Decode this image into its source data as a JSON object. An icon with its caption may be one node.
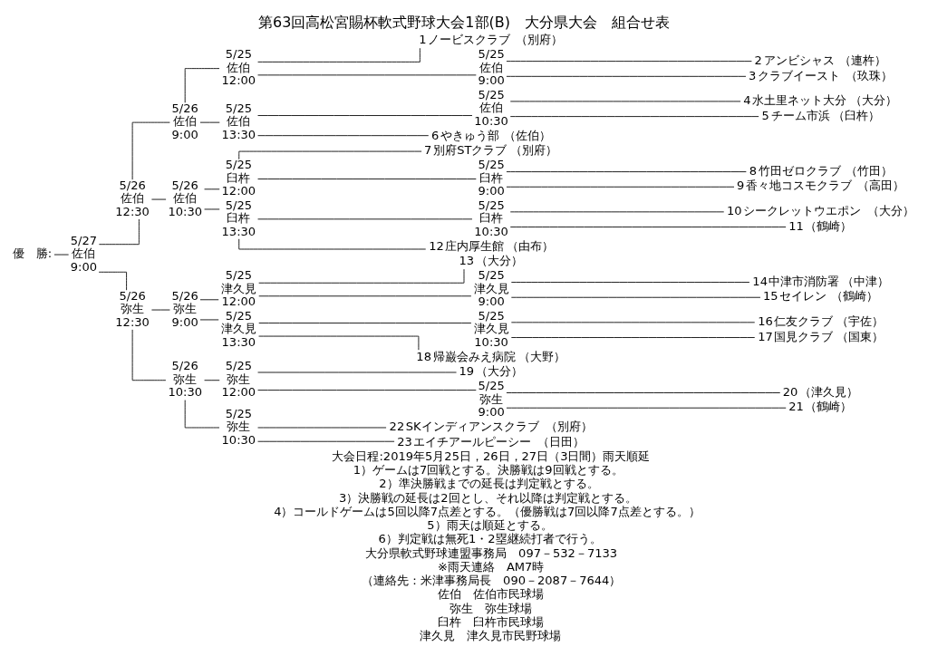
{
  "diagram": {
    "title": "第63回高松宮賜杯軟式野球大会1部(B)　大分県大会　組合せ表",
    "nodes": [
      {
        "text": [
          "優　勝:"
        ]
      },
      {
        "text": [
          "5/27",
          "佐伯",
          "9:00"
        ]
      },
      {
        "text": [
          "5/26",
          "佐伯",
          "12:30"
        ]
      },
      {
        "text": [
          "5/26",
          "弥生",
          "12:30"
        ]
      },
      {
        "text": [
          "5/26",
          "佐伯",
          "9:00"
        ]
      },
      {
        "text": [
          "5/26",
          "佐伯",
          "10:30"
        ]
      },
      {
        "text": [
          "5/26",
          "弥生",
          "9:00"
        ]
      },
      {
        "text": [
          "5/26",
          "弥生",
          "10:30"
        ]
      },
      {
        "text": [
          "5/25",
          "佐伯",
          "12:00"
        ]
      },
      {
        "text": [
          "5/25",
          "佐伯",
          "13:30"
        ]
      },
      {
        "text": [
          "5/25",
          "臼杵",
          "12:00"
        ]
      },
      {
        "text": [
          "5/25",
          "臼杵",
          "13:30"
        ]
      },
      {
        "text": [
          "5/25",
          "津久見",
          "12:00"
        ]
      },
      {
        "text": [
          "5/25",
          "津久見",
          "13:30"
        ]
      },
      {
        "text": [
          "5/25",
          "弥生",
          "12:00"
        ]
      },
      {
        "text": [
          "5/25",
          "弥生",
          "10:30"
        ]
      },
      {
        "text": [
          "5/25",
          "佐伯",
          "9:00"
        ]
      },
      {
        "text": [
          "5/25",
          "佐伯",
          "10:30"
        ]
      },
      {
        "text": [
          "5/25",
          "臼杵",
          "9:00"
        ]
      },
      {
        "text": [
          "5/25",
          "臼杵",
          "10:30"
        ]
      },
      {
        "text": [
          "5/25",
          "津久見",
          "9:00"
        ]
      },
      {
        "text": [
          "5/25",
          "津久見",
          "10:30"
        ]
      },
      {
        "text": [
          "5/25",
          "弥生",
          "9:00"
        ]
      },
      {
        "text": [
          "1",
          "ノービスクラブ",
          "（別府）"
        ]
      },
      {
        "text": [
          "2",
          "アンビシャス",
          "（連杵）"
        ]
      },
      {
        "text": [
          "3",
          "クラブイースト",
          "（玖珠）"
        ]
      },
      {
        "text": [
          "4",
          "水土里ネット大分",
          "（大分）"
        ]
      },
      {
        "text": [
          "5",
          "チーム市浜",
          "（臼杵）"
        ]
      },
      {
        "text": [
          "6",
          "やきゅう部",
          "（佐伯）"
        ]
      },
      {
        "text": [
          "7",
          "別府STクラブ",
          "（別府）"
        ]
      },
      {
        "text": [
          "8",
          "竹田ゼロクラブ",
          "（竹田）"
        ]
      },
      {
        "text": [
          "9",
          "香々地コスモクラブ",
          "（高田）"
        ]
      },
      {
        "text": [
          "10",
          "シークレットウエポン",
          "（大分）"
        ]
      },
      {
        "text": [
          "11",
          "（鶴崎）"
        ]
      },
      {
        "text": [
          "12",
          "庄内厚生館",
          "（由布）"
        ]
      },
      {
        "text": [
          "13",
          "（大分）"
        ]
      },
      {
        "text": [
          "14",
          "中津市消防署",
          "（中津）"
        ]
      },
      {
        "text": [
          "15",
          "セイレン",
          "（鶴崎）"
        ]
      },
      {
        "text": [
          "16",
          "仁友クラブ",
          "（宇佐）"
        ]
      },
      {
        "text": [
          "17",
          "国見クラブ",
          "（国東）"
        ]
      },
      {
        "text": [
          "18",
          "帰巌会みえ病院",
          "（大野）"
        ]
      },
      {
        "text": [
          "19",
          "（大分）"
        ]
      },
      {
        "text": [
          "20",
          "（津久見）"
        ]
      },
      {
        "text": [
          "21",
          "（鶴崎）"
        ]
      },
      {
        "text": [
          "22",
          "SKインディアンスクラブ",
          "（別府）"
        ]
      },
      {
        "text": [
          "23",
          "エイチアールピーシー",
          "（日田）"
        ]
      }
    ],
    "edges": [
      {
        "from": 0,
        "to": 1,
        "arrow": "none"
      },
      {
        "from": 1,
        "to": 2,
        "arrow": "none"
      },
      {
        "from": 1,
        "to": 3,
        "arrow": "none"
      },
      {
        "from": 2,
        "to": 4,
        "arrow": "none"
      },
      {
        "from": 2,
        "to": 5,
        "arrow": "none"
      },
      {
        "from": 3,
        "to": 6,
        "arrow": "none"
      },
      {
        "from": 3,
        "to": 7,
        "arrow": "none"
      },
      {
        "from": 4,
        "to": 8,
        "arrow": "none"
      },
      {
        "from": 4,
        "to": 9,
        "arrow": "none"
      },
      {
        "from": 5,
        "to": 10,
        "arrow": "none"
      },
      {
        "from": 5,
        "to": 11,
        "arrow": "none"
      },
      {
        "from": 6,
        "to": 12,
        "arrow": "none"
      },
      {
        "from": 6,
        "to": 13,
        "arrow": "none"
      },
      {
        "from": 7,
        "to": 14,
        "arrow": "none"
      },
      {
        "from": 7,
        "to": 15,
        "arrow": "none"
      },
      {
        "from": 8,
        "to": 23,
        "arrow": "none"
      },
      {
        "from": 8,
        "to": 16,
        "arrow": "none"
      },
      {
        "from": 9,
        "to": 17,
        "arrow": "none"
      },
      {
        "from": 9,
        "to": 28,
        "arrow": "none"
      },
      {
        "from": 10,
        "to": 29,
        "arrow": "none"
      },
      {
        "from": 10,
        "to": 18,
        "arrow": "none"
      },
      {
        "from": 11,
        "to": 19,
        "arrow": "none"
      },
      {
        "from": 11,
        "to": 34,
        "arrow": "none"
      },
      {
        "from": 12,
        "to": 35,
        "arrow": "none"
      },
      {
        "from": 12,
        "to": 20,
        "arrow": "none"
      },
      {
        "from": 13,
        "to": 21,
        "arrow": "none"
      },
      {
        "from": 13,
        "to": 40,
        "arrow": "none"
      },
      {
        "from": 14,
        "to": 41,
        "arrow": "none"
      },
      {
        "from": 14,
        "to": 22,
        "arrow": "none"
      },
      {
        "from": 15,
        "to": 44,
        "arrow": "none"
      },
      {
        "from": 15,
        "to": 45,
        "arrow": "none"
      },
      {
        "from": 16,
        "to": 24,
        "arrow": "none"
      },
      {
        "from": 16,
        "to": 25,
        "arrow": "none"
      },
      {
        "from": 17,
        "to": 26,
        "arrow": "none"
      },
      {
        "from": 17,
        "to": 27,
        "arrow": "none"
      },
      {
        "from": 18,
        "to": 30,
        "arrow": "none"
      },
      {
        "from": 18,
        "to": 31,
        "arrow": "none"
      },
      {
        "from": 19,
        "to": 32,
        "arrow": "none"
      },
      {
        "from": 19,
        "to": 33,
        "arrow": "none"
      },
      {
        "from": 20,
        "to": 36,
        "arrow": "none"
      },
      {
        "from": 20,
        "to": 37,
        "arrow": "none"
      },
      {
        "from": 21,
        "to": 38,
        "arrow": "none"
      },
      {
        "from": 21,
        "to": 39,
        "arrow": "none"
      },
      {
        "from": 22,
        "to": 42,
        "arrow": "none"
      },
      {
        "from": 22,
        "to": 43,
        "arrow": "none"
      }
    ],
    "labels": [
      "大会日程:2019年5月25日，26日，27日（3日間）雨天順延",
      "1）ゲームは7回戦とする。決勝戦は9回戦とする。",
      "2）準決勝戦までの延長は判定戦とする。",
      "3）決勝戦の延長は2回とし、それ以降は判定戦とする。",
      "4）コールドゲームは5回以降7点差とする。（優勝戦は7回以降7点差とする。）",
      "5）雨天は順延とする。",
      "6）判定戦は無死1・2塁継続打者で行う。",
      "大分県軟式野球連盟事務局　097－532－7133",
      "※雨天連絡　AM7時",
      "（連絡先：米津事務局長　090－2087－7644）",
      "佐伯　佐伯市民球場",
      "弥生　弥生球場",
      "臼杵　臼杵市民球場",
      "津久見　津久見市民野球場"
    ]
  }
}
